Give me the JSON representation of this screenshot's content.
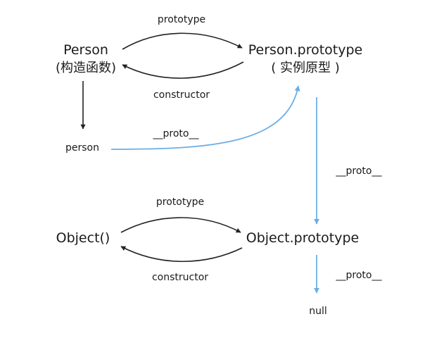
{
  "nodes": {
    "person_constructor": {
      "label": "Person",
      "sublabel": "(构造函数)"
    },
    "person_prototype": {
      "label": "Person.prototype",
      "sublabel": "( 实例原型 )"
    },
    "person_instance": {
      "label": "person"
    },
    "object_constructor": {
      "label": "Object()"
    },
    "object_prototype": {
      "label": "Object.prototype"
    },
    "null_node": {
      "label": "null"
    }
  },
  "edges": {
    "person_prototype_link": {
      "label": "prototype"
    },
    "person_constructor_link": {
      "label": "constructor"
    },
    "person_instance_proto": {
      "label": "__proto__"
    },
    "person_prototype_proto": {
      "label": "__proto__"
    },
    "object_prototype_link": {
      "label": "prototype"
    },
    "object_constructor_link": {
      "label": "constructor"
    },
    "object_prototype_proto": {
      "label": "__proto__"
    }
  },
  "colors": {
    "black_arrow": "#222222",
    "blue_arrow": "#6aaee8"
  }
}
